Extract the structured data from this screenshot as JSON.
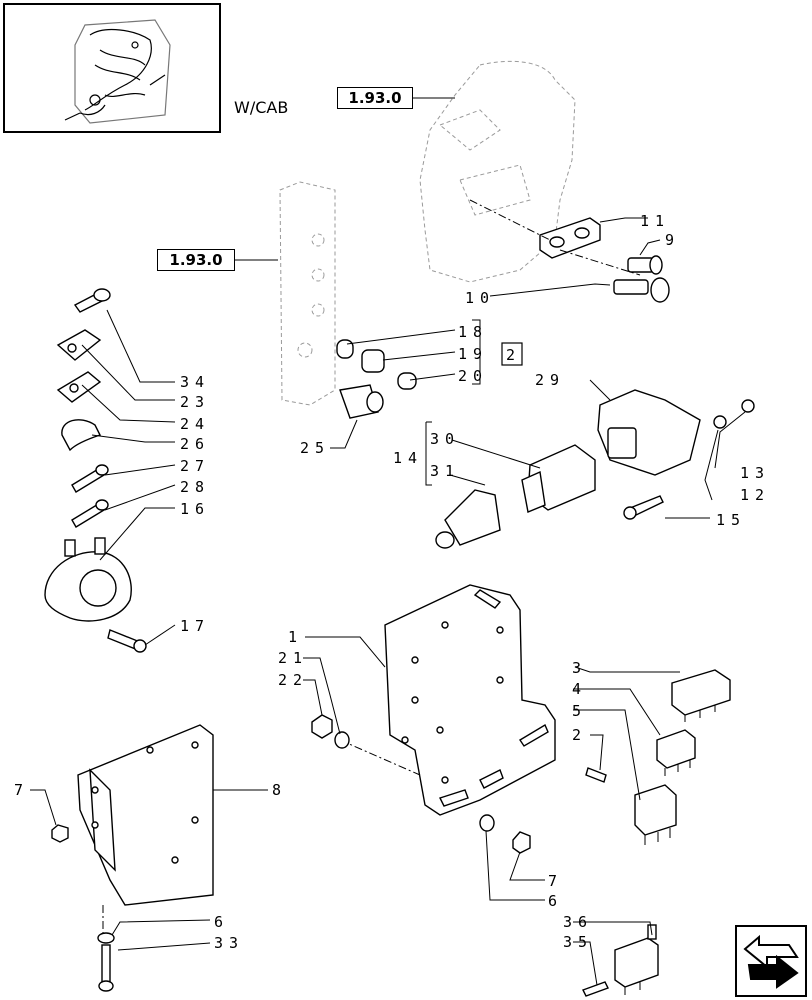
{
  "variant_label": "W/CAB",
  "ref_boxes": [
    "1.93.0",
    "1.93.0"
  ],
  "callouts": {
    "c1": "1",
    "c2": "2",
    "c3": "3",
    "c4": "4",
    "c5": "5",
    "c6a": "6",
    "c6b": "6",
    "c7a": "7",
    "c7b": "7",
    "c8": "8",
    "c9": "9",
    "c10": "10",
    "c11": "11",
    "c12": "12",
    "c13": "13",
    "c14": "14",
    "c15": "15",
    "c16": "16",
    "c17": "17",
    "c18": "18",
    "c19": "19",
    "c20": "20",
    "c21": "21",
    "c22": "22",
    "c23": "23",
    "c24": "24",
    "c25": "25",
    "c26": "26",
    "c27": "27",
    "c28": "28",
    "c29": "29",
    "c30": "30",
    "c31": "31",
    "c33": "33",
    "c34": "34",
    "c35": "35",
    "c36": "36",
    "qty": "2"
  }
}
